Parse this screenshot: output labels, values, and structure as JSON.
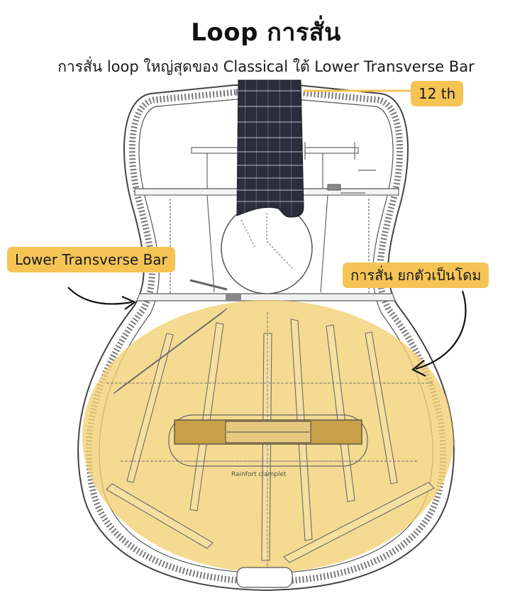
{
  "title": "Loop การสั่น",
  "subtitle": "การสั่น loop ใหญ่สุดของ Classical ใต้ Lower Transverse Bar",
  "callouts": {
    "fret_12": "12 th",
    "lower_bar": "Lower Transverse Bar",
    "dome": "การสั่น ยกตัวเป็นโดม"
  },
  "drawing_label": "Rainfort clamplet",
  "colors": {
    "highlight": "#f5c455",
    "highlight_fill": "#f2cf72",
    "line": "#5a5a5a",
    "fingerboard": "#2b2d3a"
  }
}
